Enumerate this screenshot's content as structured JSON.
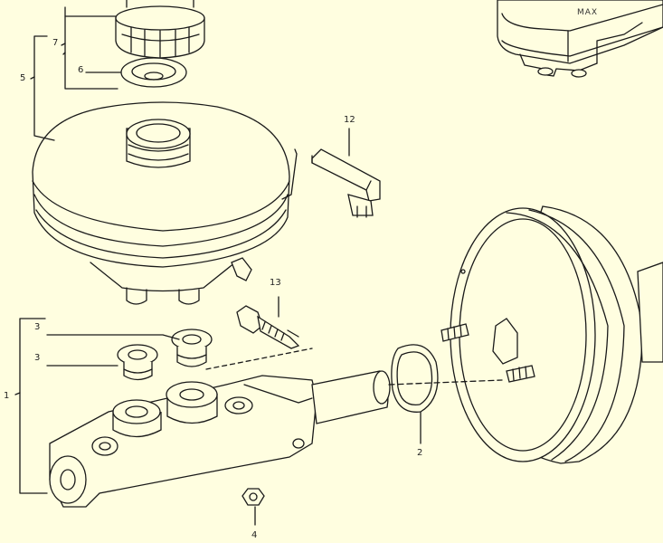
{
  "background_color": "#fffee0",
  "line_color": "#1a1a1a",
  "callouts": {
    "cap": "7",
    "cap_seal": "6",
    "reservoir": "5",
    "bracket": "12",
    "bolt": "13",
    "plug_upper": "3",
    "plug_lower": "3",
    "master_cylinder": "1",
    "gasket": "2",
    "nut": "4"
  },
  "reservoir_marking": "MAX"
}
